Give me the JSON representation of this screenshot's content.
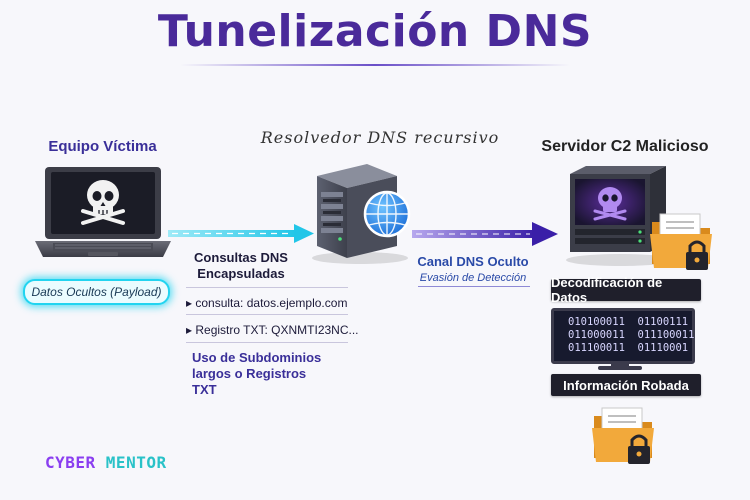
{
  "title": "Tunelización DNS",
  "nodes": {
    "victim": "Equipo Víctima",
    "resolver": "Resolvedor DNS recursivo",
    "c2": "Servidor C2 Malicioso"
  },
  "payload_badge": "Datos Ocultos (Payload)",
  "queries": {
    "heading": "Consultas DNS Encapsuladas",
    "line1": "▸ consulta: datos.ejemplo.com",
    "line2": "▸ Registro TXT: QXNMTI23NC...",
    "note": "Uso de Subdominios largos o Registros TXT"
  },
  "channel": {
    "label": "Canal DNS Oculto",
    "evasion": "Evasión de Detección"
  },
  "decode_label": "Decodificación de Datos",
  "binary": [
    "010100011  01100111",
    "011000011  011100011",
    "011100011  01110001"
  ],
  "stolen_label": "Información Robada",
  "brand": {
    "part1": "CYBER ",
    "part2": "MENTOR"
  },
  "colors": {
    "title": "#4a2a9a",
    "cyan": "#22d4f0",
    "purple": "#5b2fc4",
    "dark": "#1f1f2b"
  },
  "icons": [
    "laptop-skull-icon",
    "server-globe-icon",
    "c2-server-skull-icon",
    "folder-lock-icon",
    "monitor-binary-icon"
  ]
}
